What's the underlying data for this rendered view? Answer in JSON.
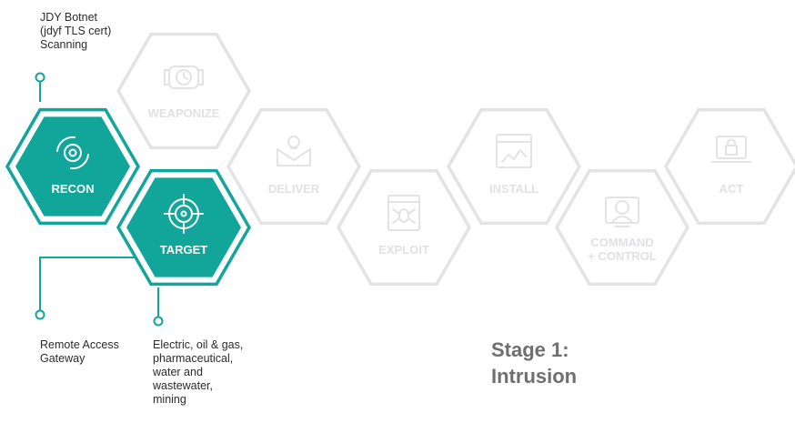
{
  "colors": {
    "active_fill": "#12a69a",
    "active_ring": "#12a69a",
    "inactive_ring": "#e3e3e6",
    "inactive_text": "#e1e1e4",
    "connector": "#12a69a",
    "note_text": "#2b2b2b",
    "stage_title": "#6f6f6f"
  },
  "stages": [
    {
      "id": "weaponize",
      "label": "WEAPONIZE",
      "icon": "bomb-icon",
      "active": false
    },
    {
      "id": "deliver",
      "label": "DELIVER",
      "icon": "envelope-skull-icon",
      "active": false
    },
    {
      "id": "exploit",
      "label": "EXPLOIT",
      "icon": "bug-window-icon",
      "active": false
    },
    {
      "id": "install",
      "label": "INSTALL",
      "icon": "install-window-icon",
      "active": false
    },
    {
      "id": "command",
      "label": "COMMAND\n+ CONTROL",
      "icon": "operator-icon",
      "active": false
    },
    {
      "id": "act",
      "label": "ACT",
      "icon": "laptop-lock-icon",
      "active": false
    },
    {
      "id": "recon",
      "label": "RECON",
      "icon": "recon-target-icon",
      "active": true
    },
    {
      "id": "target",
      "label": "TARGET",
      "icon": "crosshair-icon",
      "active": true
    }
  ],
  "notes": {
    "recon_top": "JDY Botnet\n(jdyf TLS cert)\nScanning",
    "remote_access": "Remote Access\nGateway",
    "sectors": "Electric, oil & gas,\npharmaceutical,\nwater and\nwastewater,\nmining"
  },
  "stage_title": "Stage 1:\nIntrusion"
}
